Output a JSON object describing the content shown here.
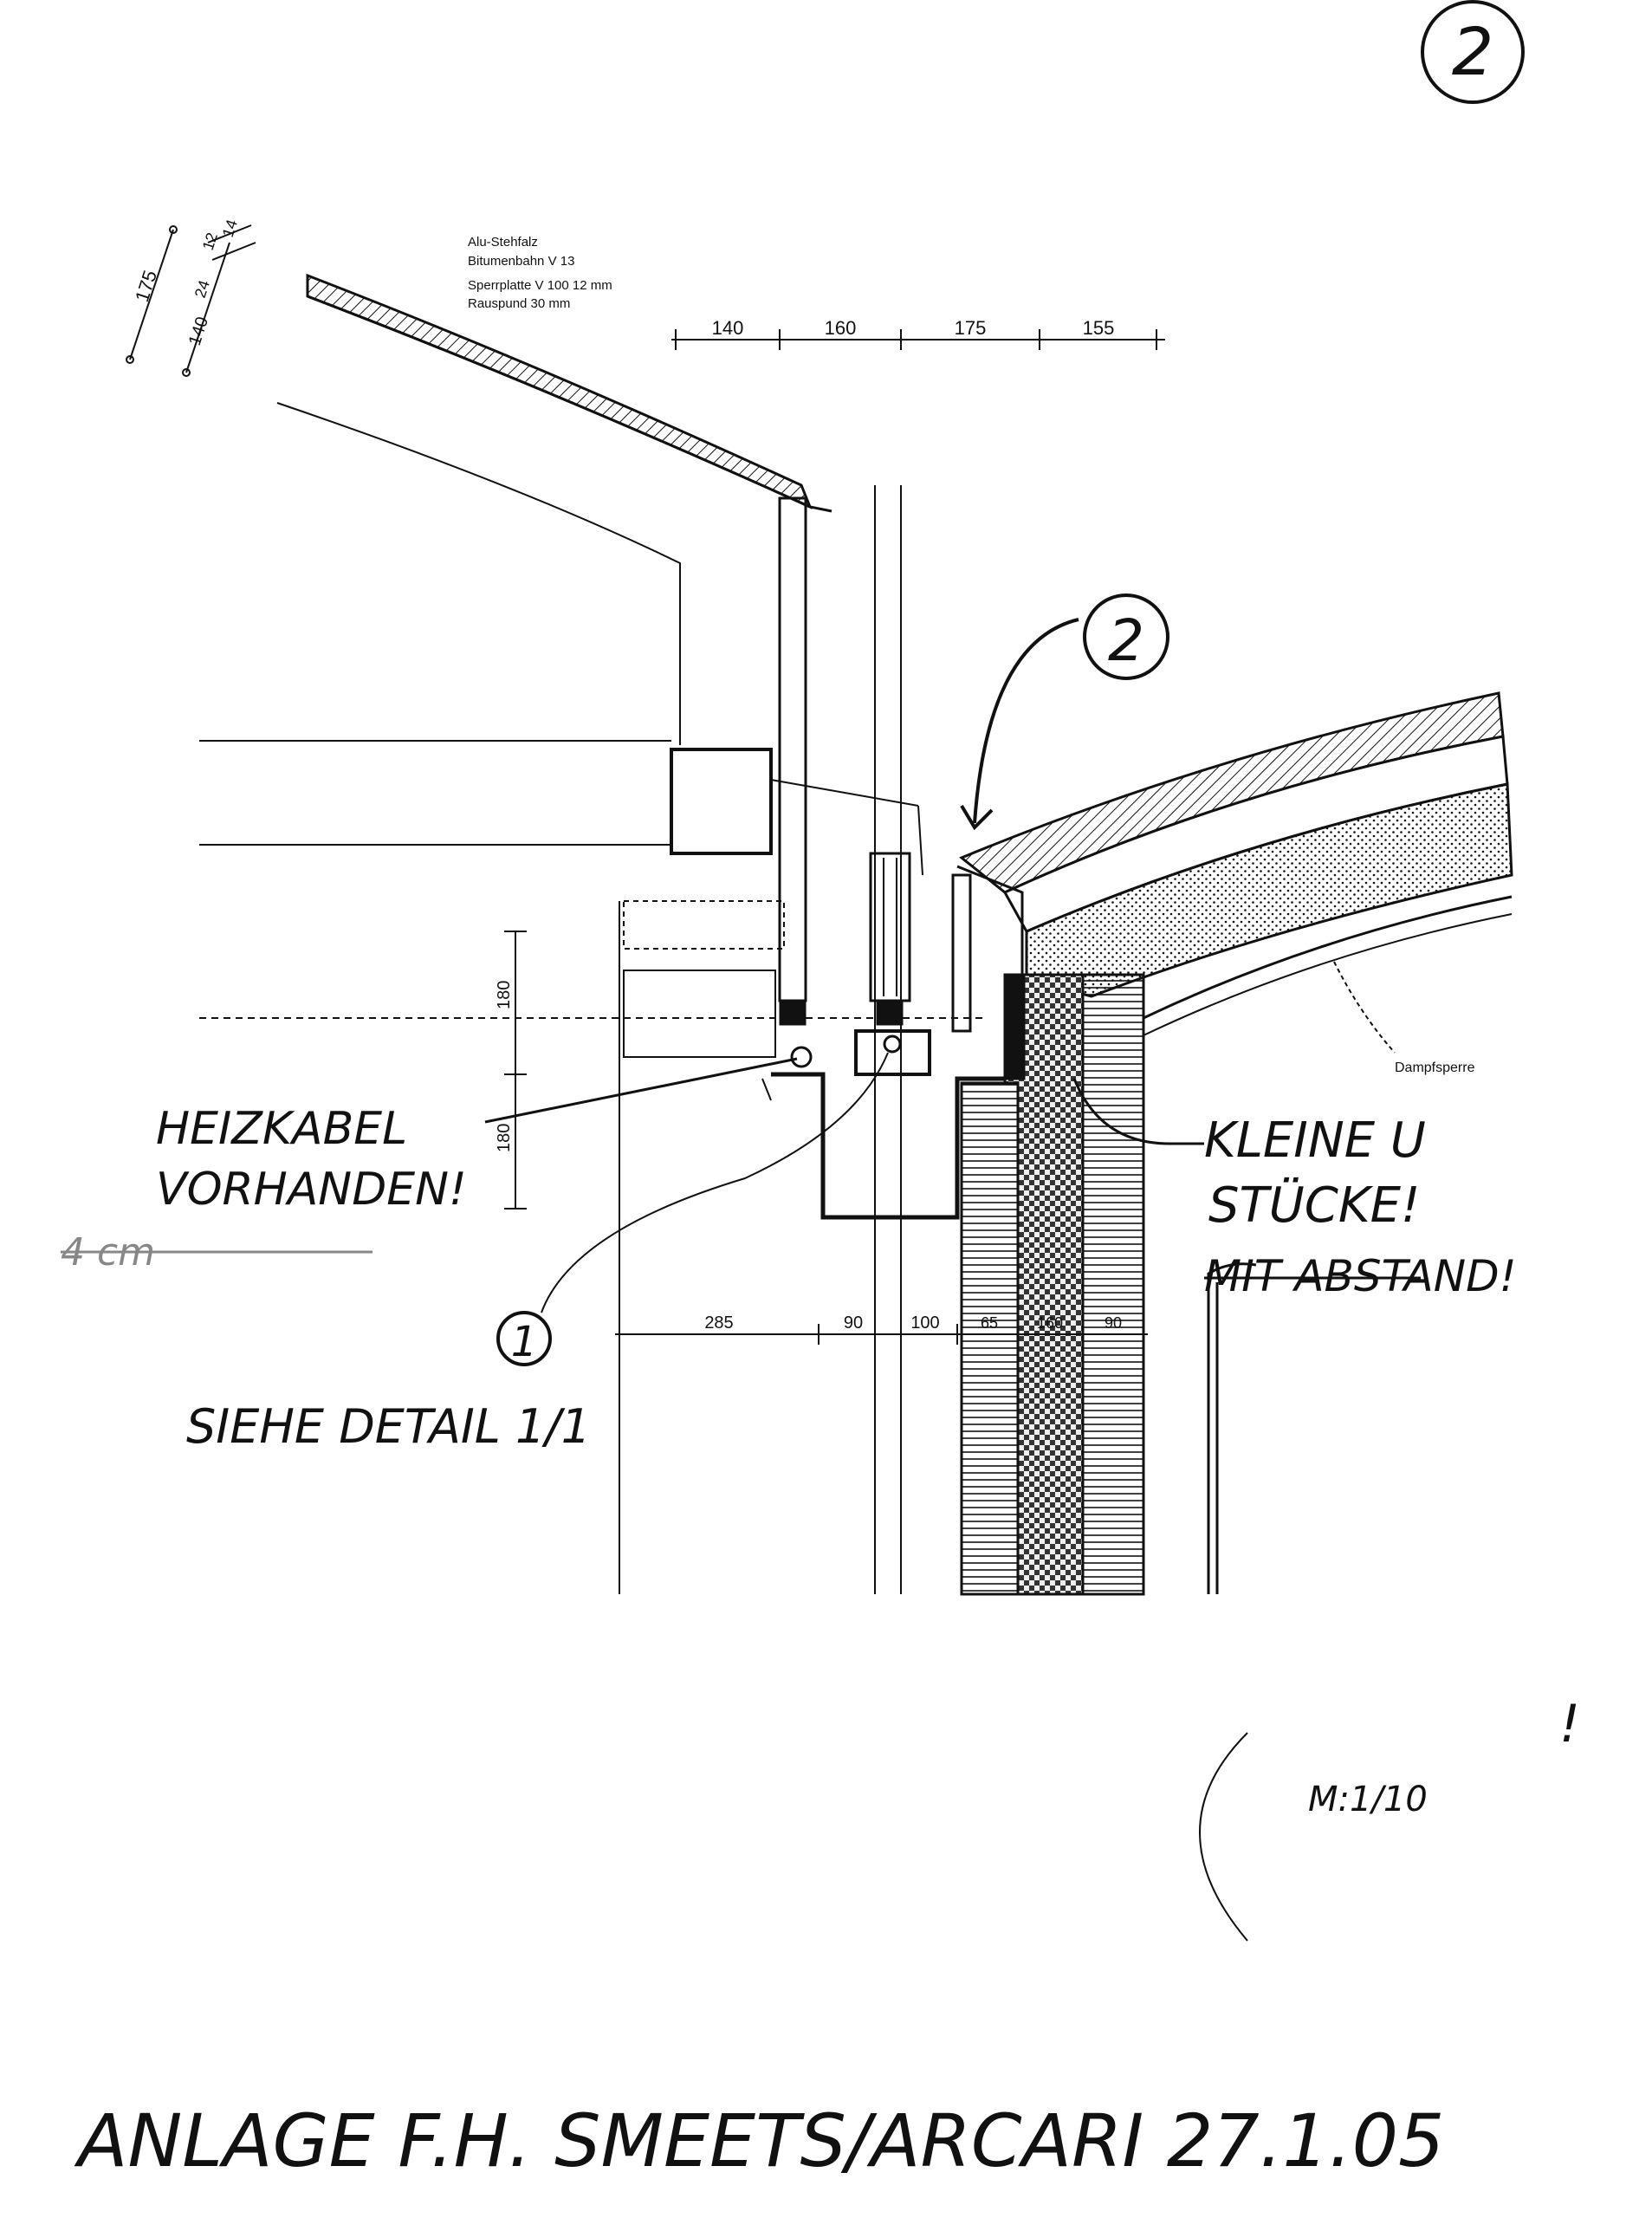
{
  "sheet": {
    "page_number": "2",
    "scale": "M:1/10",
    "footer": "ANLAGE F.H. SMEETS/ARCARI 27.1.05",
    "ink_color": "#111111",
    "paper_color": "#ffffff"
  },
  "spec_note": {
    "lines": [
      "Alu-Stehfalz",
      "Bitumenbahn V 13",
      "Sperrplatte V 100 12 mm",
      "Rauspund 30 mm"
    ]
  },
  "dimensions": {
    "top_horizontal": [
      "140",
      "160",
      "175",
      "155"
    ],
    "left_vertical": [
      "175",
      "12",
      "24",
      "14",
      "140"
    ],
    "middle_vertical": [
      "180",
      "180"
    ],
    "bottom_horizontal": [
      "285",
      "90",
      "100",
      "65",
      "160",
      "90"
    ]
  },
  "labels": {
    "dampfsperre": "Dampfsperre"
  },
  "callouts": {
    "marker_1": "1",
    "marker_2": "2"
  },
  "annotations": {
    "heizkabel_line1": "HEIZKABEL",
    "heizkabel_line2": "VORHANDEN!",
    "kleine_line1": "KLEINE U",
    "kleine_line2": "STÜCKE!",
    "kleine_line3": "MIT ABSTAND!",
    "siehe_detail": "SIEHE DETAIL 1/1",
    "crossed_out": "4 cm"
  },
  "marks": {
    "exclamation": "!"
  }
}
